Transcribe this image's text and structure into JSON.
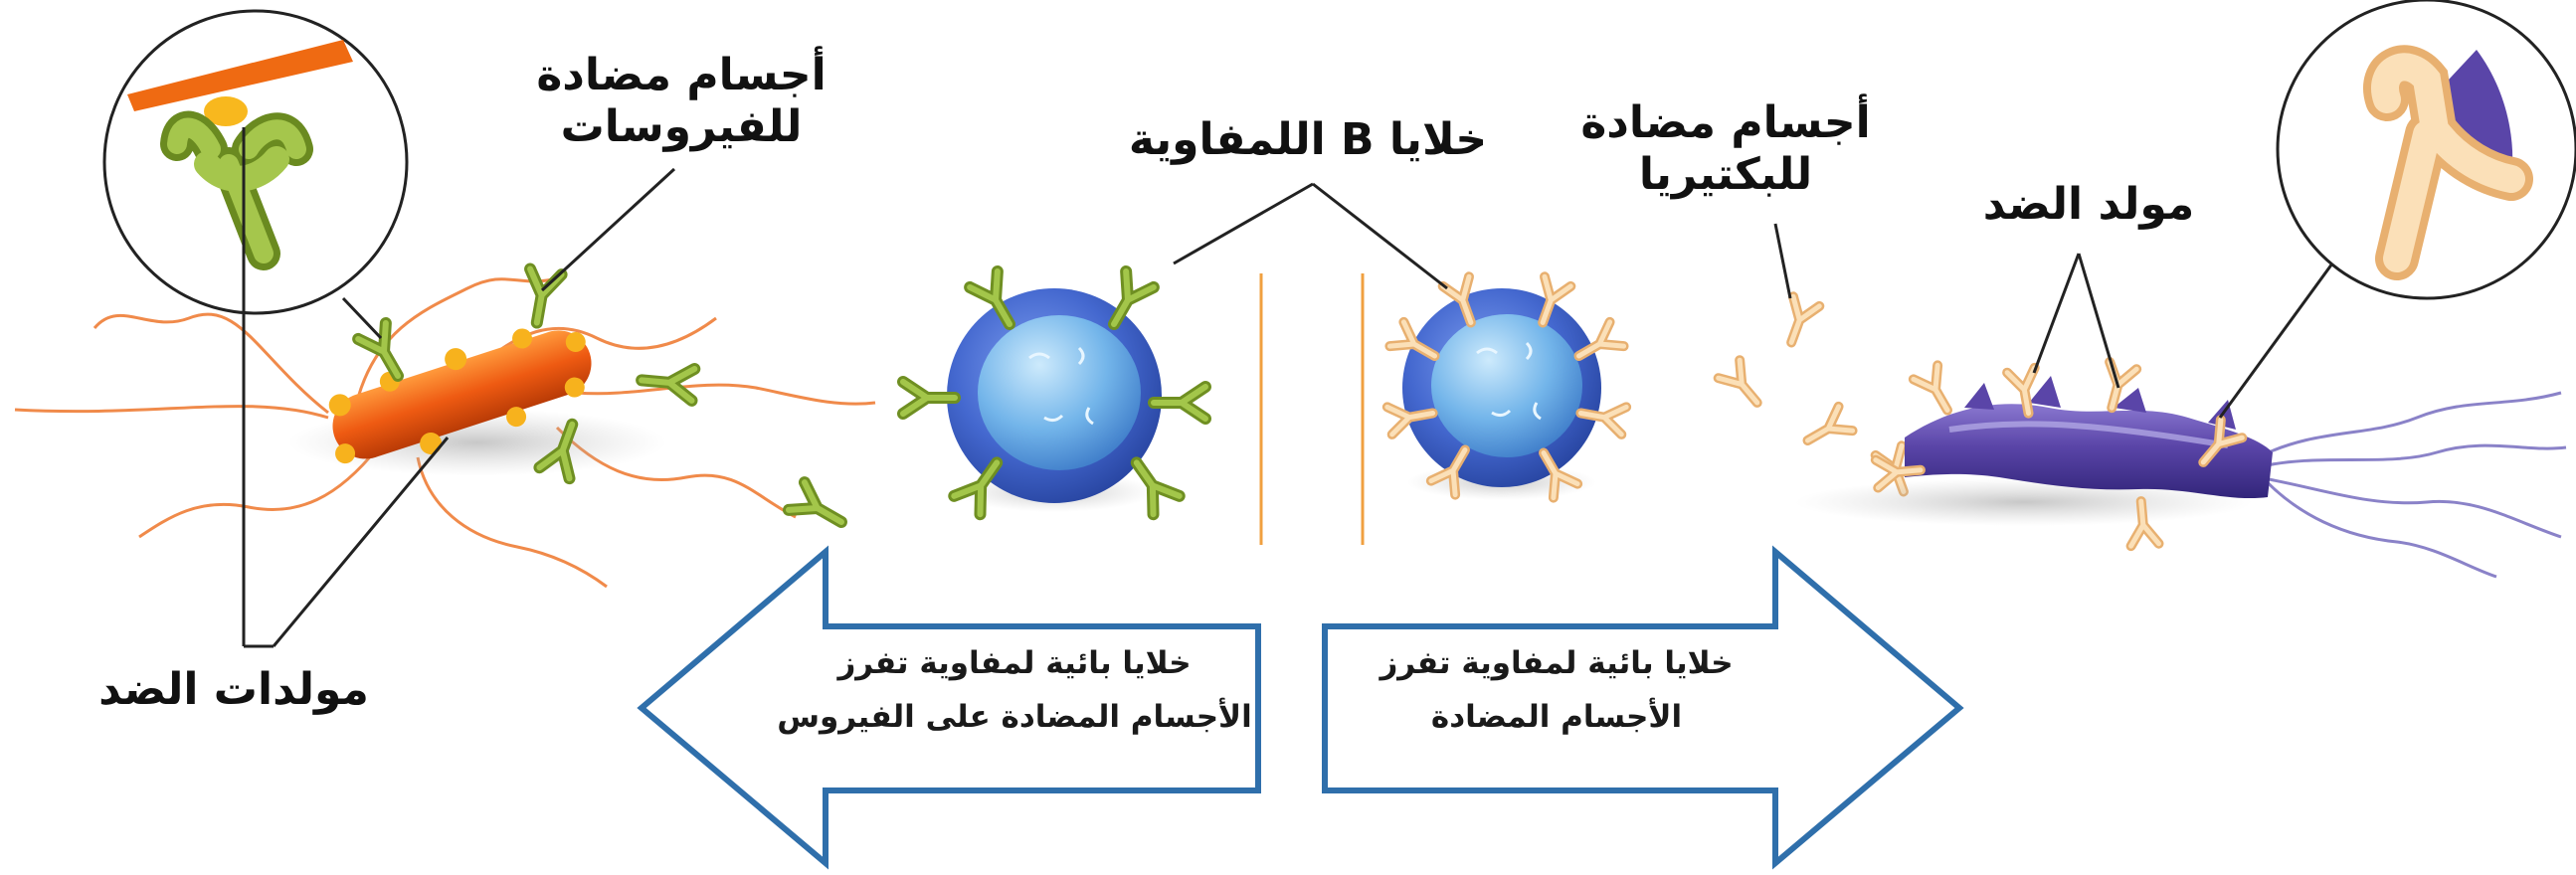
{
  "labels": {
    "virus_antibodies": [
      "أجسام مضادة",
      "للفيروسات"
    ],
    "b_cells": "خلايا B اللمفاوية",
    "bacteria_antibodies": [
      "أجسام مضادة",
      "للبكتيريا"
    ],
    "antigen": "مولد الضد",
    "antigens": "مولدات الضد"
  },
  "arrows": {
    "left": [
      "خلايا بائية لمفاوية تفرز",
      "الأجسام المضادة على الفيروس"
    ],
    "right": [
      "خلايا بائية لمفاوية تفرز",
      "الأجسام المضادة"
    ]
  },
  "colors": {
    "arrow_outline": "#2f6fab",
    "b_cell_body": "#3f63c8",
    "b_cell_nucleus": "#6aaee6",
    "virus_antibody": "#86a82f",
    "bacteria_antibody": "#f2c48c",
    "orange_bacterium": "#ee5a12",
    "purple_bacterium": "#5a45a8",
    "divider": "#f0a040"
  }
}
